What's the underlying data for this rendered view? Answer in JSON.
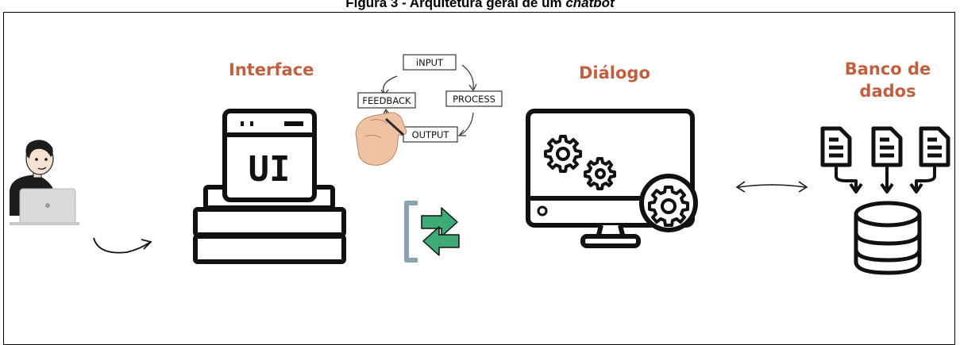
{
  "figure": {
    "caption_prefix": "Figura 3 - Arquitetura geral de um ",
    "caption_emphasis": "chatbot"
  },
  "sections": {
    "interface": {
      "label": "Interface",
      "icon_text": "UI"
    },
    "dialog": {
      "label": "Diálogo"
    },
    "database": {
      "label_line1": "Banco de",
      "label_line2": "dados"
    }
  },
  "cycle": {
    "steps": [
      "iNPUT",
      "PROCESS",
      "OUTPUT",
      "FEEDBACK"
    ]
  },
  "colors": {
    "heading": "#c0603e",
    "exchange_arrows": "#3dab73",
    "exchange_bracket": "#8aa3b0",
    "user_shirt": "#1c1c1c",
    "laptop": "#d9d9d9"
  },
  "icons": [
    "user-at-laptop-icon",
    "curved-arrow-icon",
    "ui-stack-icon",
    "hand-drawing-cycle-icon",
    "exchange-arrows-icon",
    "monitor-gears-icon",
    "double-arrow-icon",
    "documents-to-database-icon"
  ]
}
